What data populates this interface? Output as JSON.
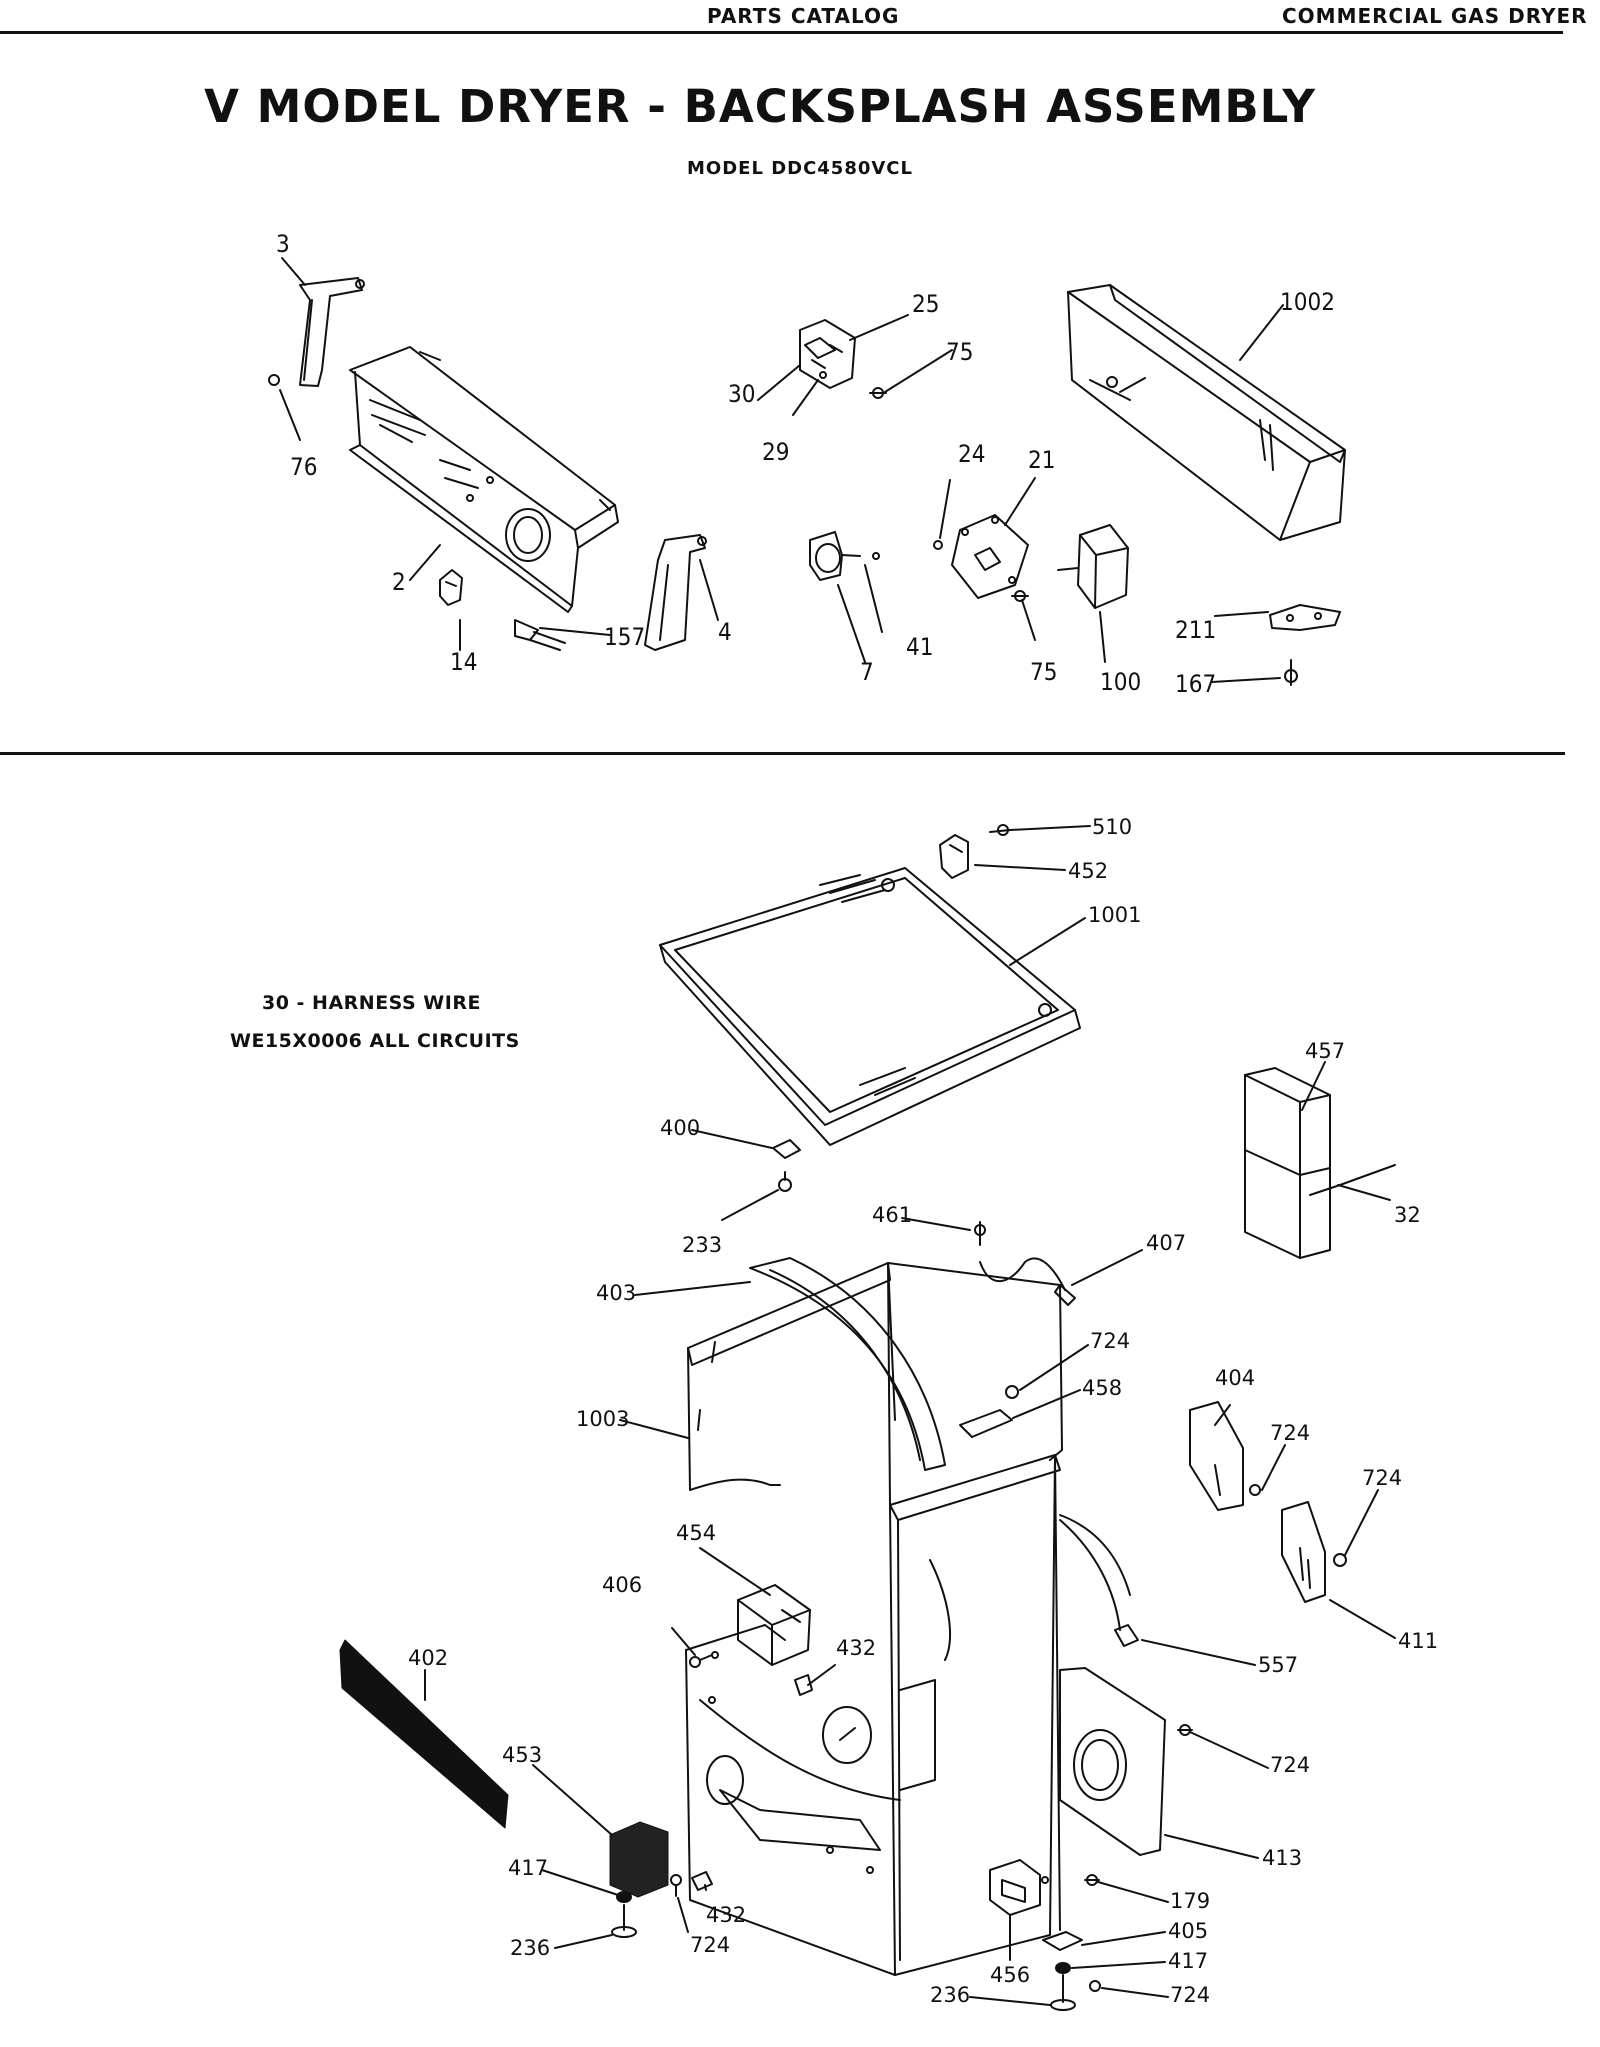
{
  "header": {
    "left": "PARTS  CATALOG",
    "right": "COMMERCIAL GAS DRYER"
  },
  "title": "V MODEL DRYER - BACKSPLASH ASSEMBLY",
  "subtitle": "MODEL DDC4580VCL",
  "note": {
    "line1": "30 - HARNESS WIRE",
    "line2": "WE15X0006 ALL CIRCUITS"
  },
  "labels": {
    "p3": "3",
    "p76": "76",
    "p2": "2",
    "p14": "14",
    "p157": "157",
    "p4": "4",
    "p25": "25",
    "p75a": "75",
    "p30": "30",
    "p29": "29",
    "p24": "24",
    "p21": "21",
    "p7": "7",
    "p41": "41",
    "p75b": "75",
    "p100": "100",
    "p1002": "1002",
    "p211": "211",
    "p167": "167",
    "p510": "510",
    "p452": "452",
    "p1001": "1001",
    "p457": "457",
    "p32": "32",
    "p400": "400",
    "p233": "233",
    "p461": "461",
    "p407": "407",
    "p403": "403",
    "p724a": "724",
    "p458": "458",
    "p1003": "1003",
    "p404": "404",
    "p724b": "724",
    "p724c": "724",
    "p411": "411",
    "p454": "454",
    "p406": "406",
    "p432a": "432",
    "p557": "557",
    "p402": "402",
    "p453": "453",
    "p724d": "724",
    "p413": "413",
    "p417a": "417",
    "p432b": "432",
    "p236a": "236",
    "p724e": "724",
    "p179": "179",
    "p456": "456",
    "p405": "405",
    "p417b": "417",
    "p236b": "236",
    "p724f": "724"
  }
}
